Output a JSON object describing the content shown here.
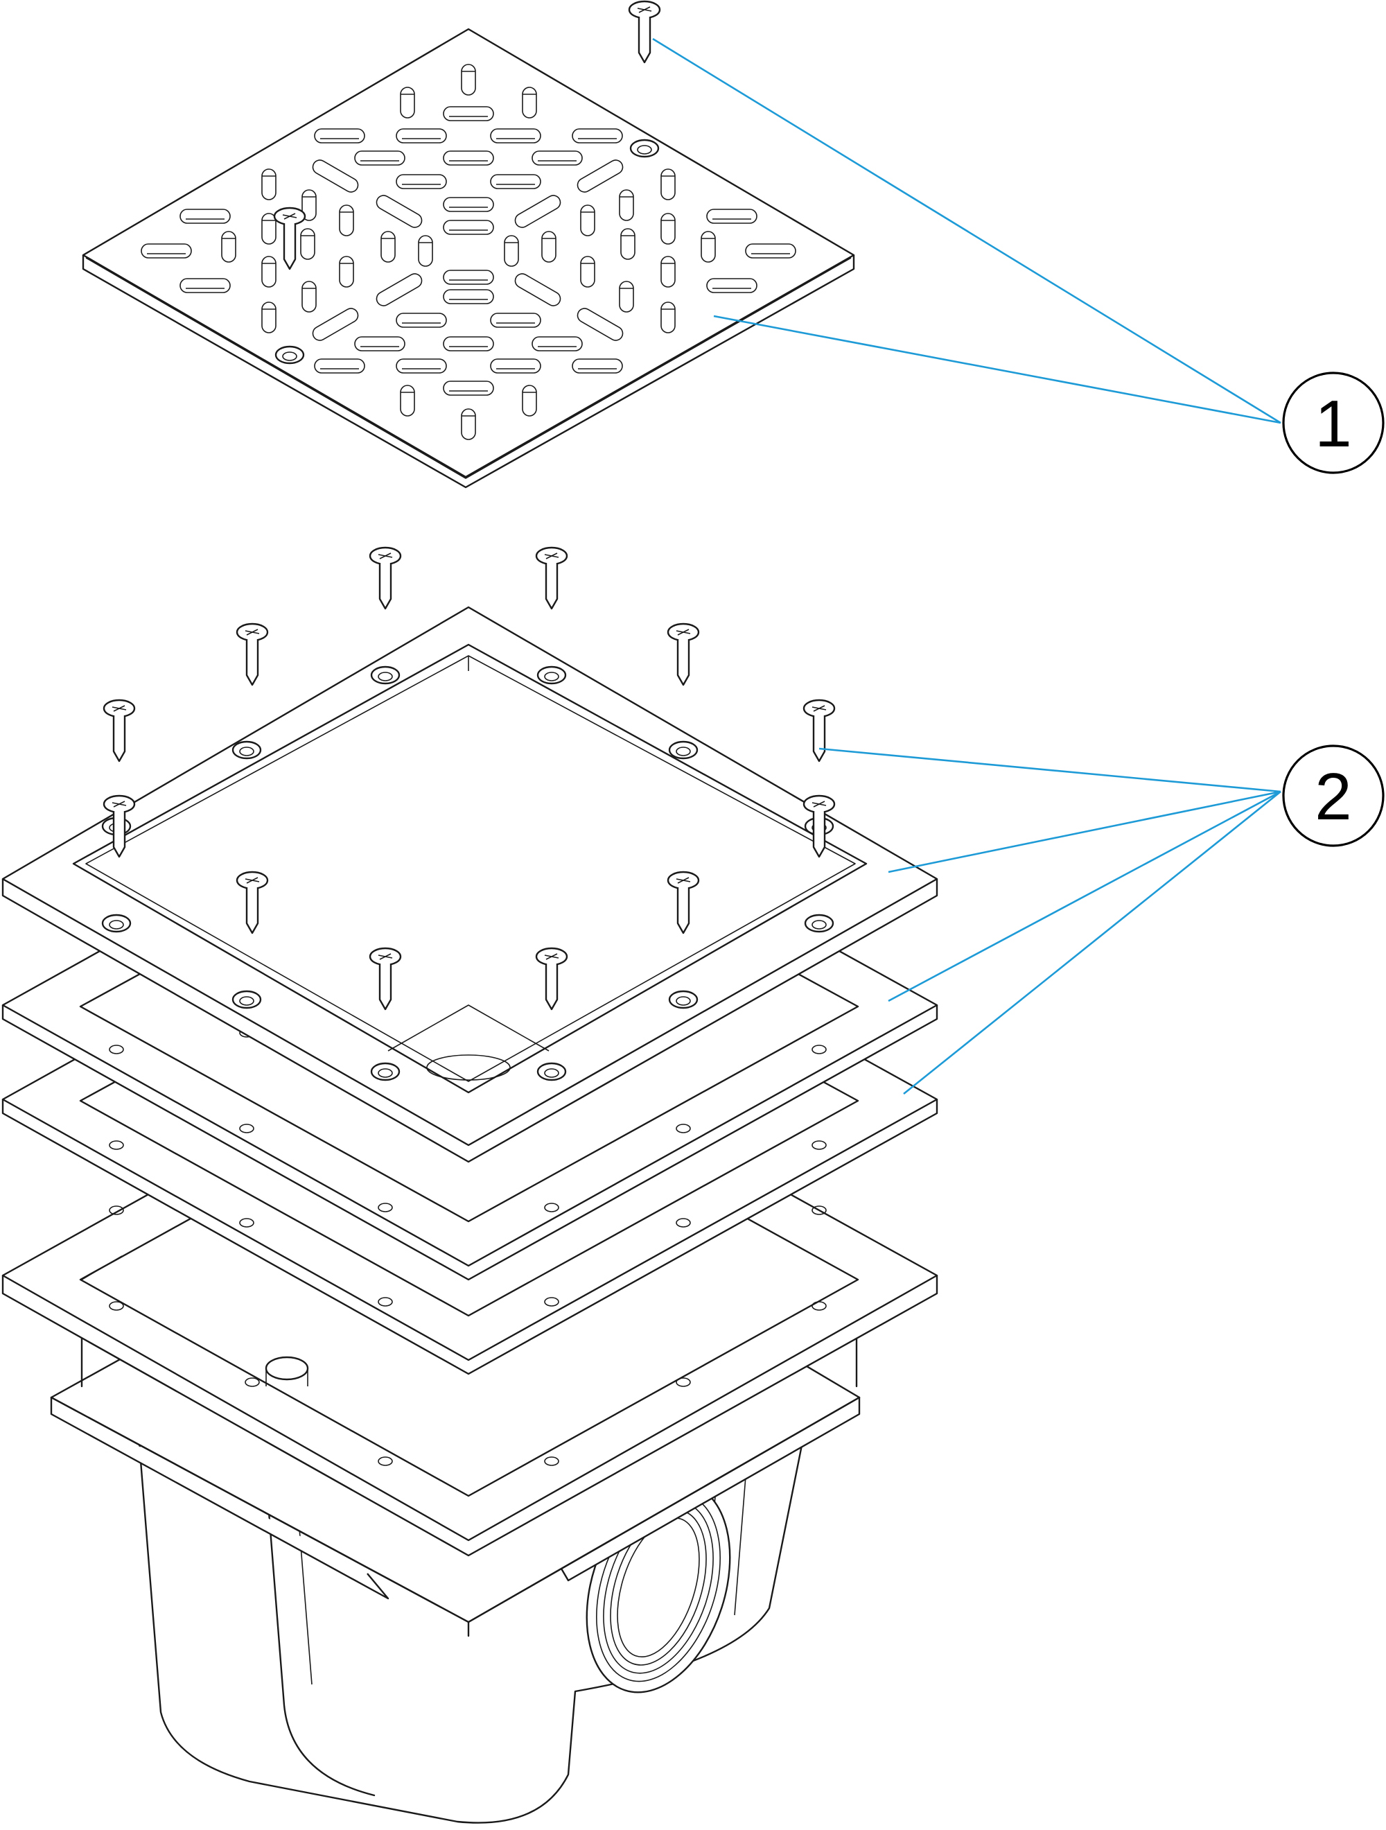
{
  "drawing": {
    "line_color": "#1a1a1a",
    "leader_color": "#1e9bd7",
    "background": "#ffffff"
  },
  "callouts": [
    {
      "label": "1",
      "part": "grate-cover-with-screw"
    },
    {
      "label": "2",
      "part": "frame-gaskets-and-screws"
    }
  ]
}
